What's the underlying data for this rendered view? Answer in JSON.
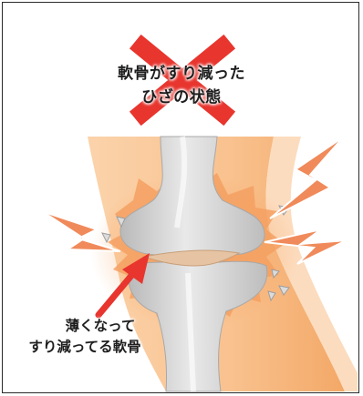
{
  "title": {
    "line1": "軟骨がすり減った",
    "line2": "ひざの状態"
  },
  "callout": {
    "line1": "薄くなって",
    "line2": "すり減ってる軟骨"
  },
  "colors": {
    "cross_mark": "#e8352e",
    "pain_burst": "#f08a5a",
    "skin": "#f7b57c",
    "bone": "#c9c9c9",
    "cartilage": "#e5c3a3",
    "arrow": "#e8352e"
  }
}
